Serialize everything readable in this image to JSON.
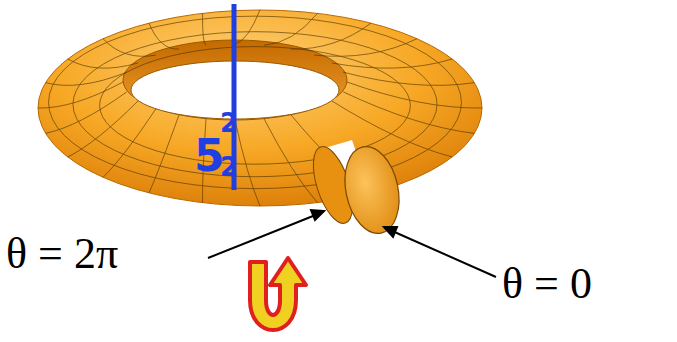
{
  "diagram": {
    "labels": [
      "5",
      "2",
      "2",
      "θ = 2π",
      "θ = 0"
    ]
  }
}
